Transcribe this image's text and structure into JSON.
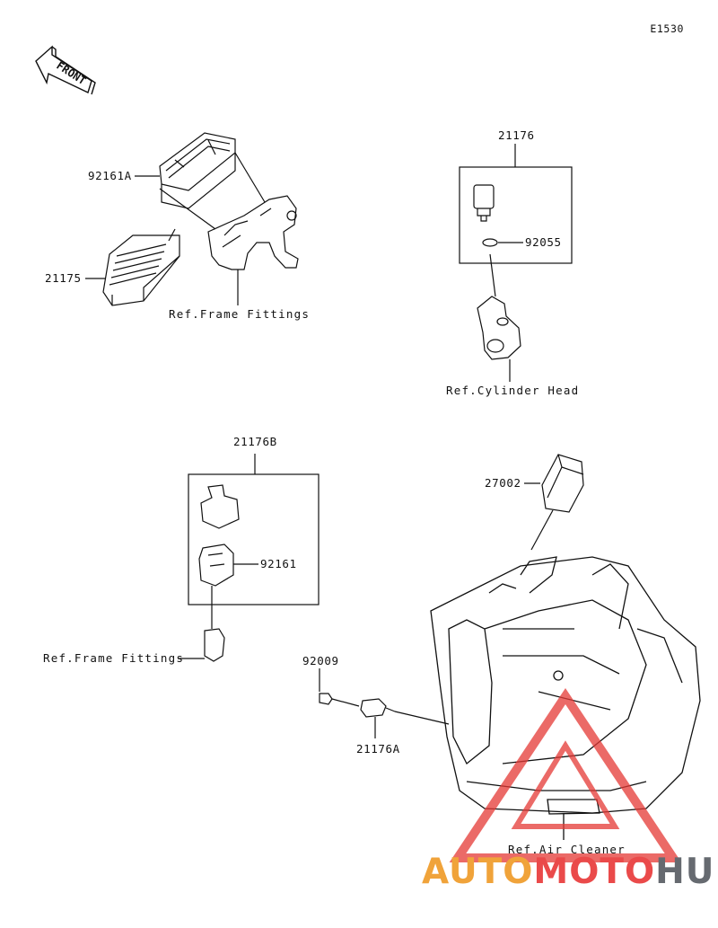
{
  "diagram_code": "E1530",
  "front_indicator": "FRONT",
  "parts": {
    "p92161A": "92161A",
    "p21175": "21175",
    "p21176": "21176",
    "p92055": "92055",
    "p21176B": "21176B",
    "p92161": "92161",
    "p27002": "27002",
    "p92009": "92009",
    "p21176A": "21176A"
  },
  "refs": {
    "frame_fittings_top": "Ref.Frame Fittings",
    "cylinder_head": "Ref.Cylinder Head",
    "frame_fittings_bottom": "Ref.Frame Fittings",
    "air_cleaner": "Ref.Air Cleaner"
  },
  "watermark": {
    "auto": "AUTO",
    "moto": "MOTO",
    "hub": "HUB"
  },
  "colors": {
    "line": "#111111",
    "watermark_red": "#e53935",
    "watermark_orange": "#f0a33a",
    "watermark_gray": "#666a70"
  }
}
